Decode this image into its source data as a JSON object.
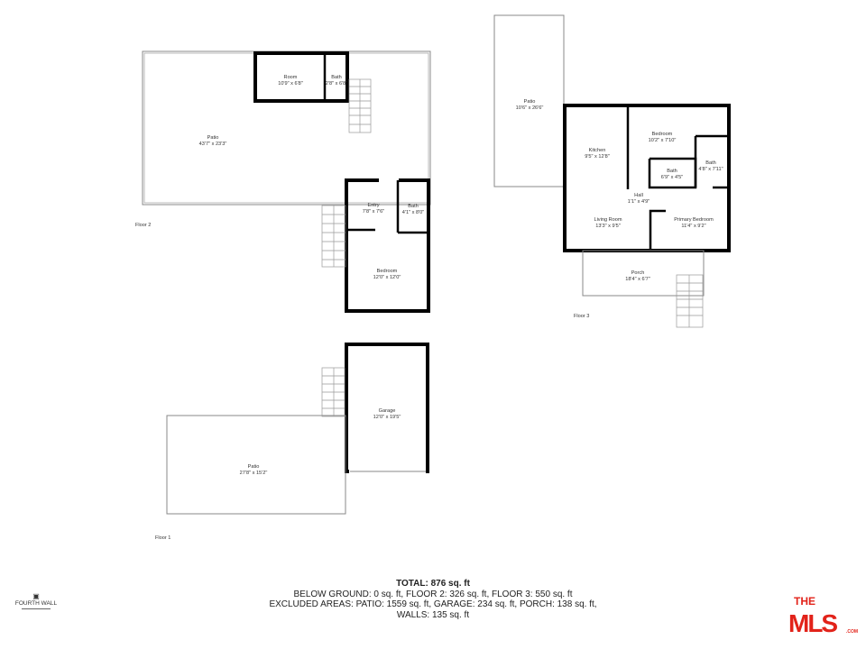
{
  "floors": [
    {
      "label": "Floor 1",
      "rooms": [
        {
          "name": "Garage",
          "size": "12'0\" x 19'5\""
        },
        {
          "name": "Patio",
          "size": "27'8\" x 15'2\""
        }
      ]
    },
    {
      "label": "Floor 2",
      "rooms": [
        {
          "name": "Room",
          "size": "10'9\" x 6'8\""
        },
        {
          "name": "Bath",
          "size": "2'8\" x 6'8\""
        },
        {
          "name": "Patio",
          "size": "43'7\" x 23'3\""
        },
        {
          "name": "Entry",
          "size": "7'8\" x 7'6\""
        },
        {
          "name": "Bath",
          "size": "4'1\" x 8'0\""
        },
        {
          "name": "Bedroom",
          "size": "12'0\" x 12'0\""
        }
      ]
    },
    {
      "label": "Floor 3",
      "rooms": [
        {
          "name": "Patio",
          "size": "10'6\" x 26'6\""
        },
        {
          "name": "Kitchen",
          "size": "9'5\" x 12'8\""
        },
        {
          "name": "Bedroom",
          "size": "10'2\" x 7'10\""
        },
        {
          "name": "Bath",
          "size": "4'8\" x 7'11\""
        },
        {
          "name": "Hall",
          "size": "1'1\" x 4'9\""
        },
        {
          "name": "Bath",
          "size": "6'9\" x 4'5\""
        },
        {
          "name": "Living Room",
          "size": "13'3\" x 9'5\""
        },
        {
          "name": "Primary Bedroom",
          "size": "11'4\" x 9'2\""
        },
        {
          "name": "Porch",
          "size": "18'4\" x 6'7\""
        }
      ]
    }
  ],
  "summary": {
    "total": "TOTAL: 876 sq. ft",
    "line1": "BELOW GROUND: 0 sq. ft, FLOOR 2: 326 sq. ft, FLOOR 3: 550 sq. ft",
    "line2": "EXCLUDED AREAS: PATIO: 1559 sq. ft, GARAGE: 234 sq. ft, PORCH: 138 sq. ft,",
    "line3": "WALLS: 135 sq. ft"
  },
  "branding": {
    "left_logo": "FOURTH WALL",
    "right_logo": "THE MLS .COM",
    "mls_color": "#e2231a"
  }
}
